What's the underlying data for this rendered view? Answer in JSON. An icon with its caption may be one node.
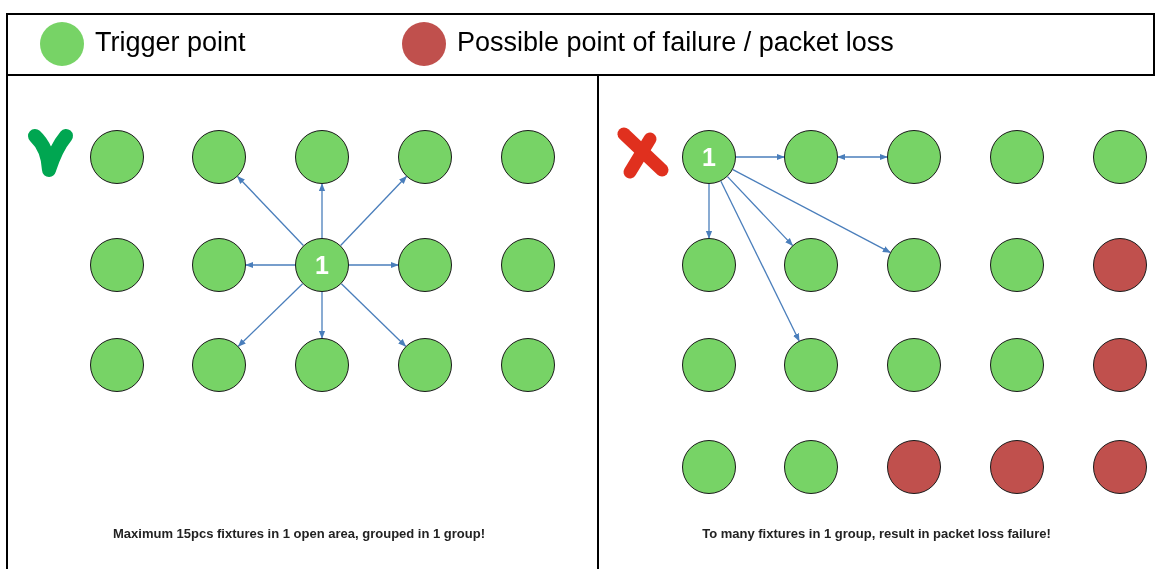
{
  "diagram": {
    "nodes": [
      {
        "text": [],
        "shape": "circle"
      },
      {
        "text": [],
        "shape": "circle"
      },
      {
        "text": [],
        "shape": "circle"
      },
      {
        "text": [],
        "shape": "circle"
      },
      {
        "text": [],
        "shape": "circle"
      },
      {
        "text": [],
        "shape": "circle"
      },
      {
        "text": [],
        "shape": "circle"
      },
      {
        "text": [
          "1"
        ]
      },
      {
        "text": [],
        "shape": "circle"
      },
      {
        "text": [],
        "shape": "circle"
      },
      {
        "text": [],
        "shape": "circle"
      },
      {
        "text": [],
        "shape": "circle"
      },
      {
        "text": [],
        "shape": "circle"
      },
      {
        "text": [],
        "shape": "circle"
      },
      {
        "text": [],
        "shape": "circle"
      },
      {
        "text": [
          "1"
        ]
      },
      {
        "text": [],
        "shape": "circle"
      },
      {
        "text": [],
        "shape": "circle"
      },
      {
        "text": [],
        "shape": "circle"
      },
      {
        "text": [],
        "shape": "circle"
      },
      {
        "text": [],
        "shape": "circle"
      },
      {
        "text": [],
        "shape": "circle"
      },
      {
        "text": [],
        "shape": "circle"
      },
      {
        "text": [],
        "shape": "circle"
      },
      {
        "text": [],
        "shape": "circle"
      },
      {
        "text": [],
        "shape": "circle"
      },
      {
        "text": [],
        "shape": "circle"
      },
      {
        "text": [],
        "shape": "circle"
      },
      {
        "text": [],
        "shape": "circle"
      },
      {
        "text": [],
        "shape": "circle"
      },
      {
        "text": [],
        "shape": "circle"
      },
      {
        "text": [],
        "shape": "circle"
      },
      {
        "text": [],
        "shape": "circle"
      },
      {
        "text": [],
        "shape": "circle"
      },
      {
        "text": [],
        "shape": "circle"
      }
    ],
    "edges": [
      {
        "from": 7,
        "to": 1,
        "arrow": "to"
      },
      {
        "from": 7,
        "to": 2,
        "arrow": "to"
      },
      {
        "from": 7,
        "to": 3,
        "arrow": "to"
      },
      {
        "from": 7,
        "to": 6,
        "arrow": "to"
      },
      {
        "from": 7,
        "to": 8,
        "arrow": "to"
      },
      {
        "from": 7,
        "to": 11,
        "arrow": "to"
      },
      {
        "from": 7,
        "to": 12,
        "arrow": "to"
      },
      {
        "from": 7,
        "to": 13,
        "arrow": "to"
      },
      {
        "from": 15,
        "to": 16,
        "arrow": "to"
      },
      {
        "from": 16,
        "to": 17,
        "arrow": "both"
      },
      {
        "from": 15,
        "to": 20,
        "arrow": "to"
      },
      {
        "from": 15,
        "to": 21,
        "arrow": "to"
      },
      {
        "from": 15,
        "to": 22,
        "arrow": "to"
      },
      {
        "from": 15,
        "to": 26,
        "arrow": "to"
      }
    ],
    "labels": [
      "Maximum 15pcs fixtures in 1 open area, grouped in 1 group!",
      "To many fixtures in 1 group, result in packet loss failure!"
    ],
    "legend": [
      {
        "text": "Trigger point",
        "color": "#77d366"
      },
      {
        "text": "Possible point of failure / packet loss",
        "color": "#c0504d"
      }
    ]
  }
}
